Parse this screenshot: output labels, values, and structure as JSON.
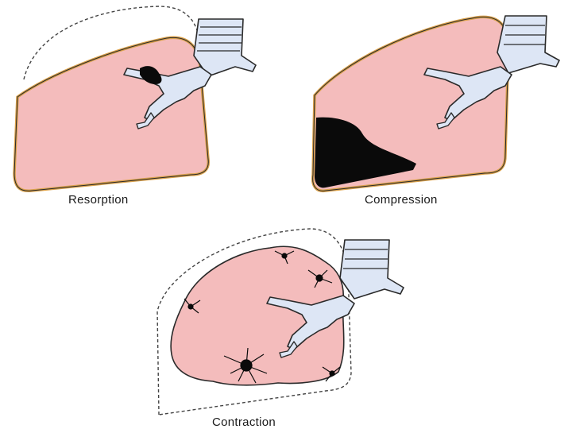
{
  "panels": [
    {
      "id": "resorption",
      "caption": "Resorption"
    },
    {
      "id": "compression",
      "caption": "Compression"
    },
    {
      "id": "contraction",
      "caption": "Contraction"
    }
  ],
  "colors": {
    "lung_fill": "#f4bcbc",
    "pleura_outline": "#d9a04a",
    "trachea_fill": "#dde6f5",
    "dark_region": "#0a0a0a",
    "dashed_outline": "#444444"
  }
}
